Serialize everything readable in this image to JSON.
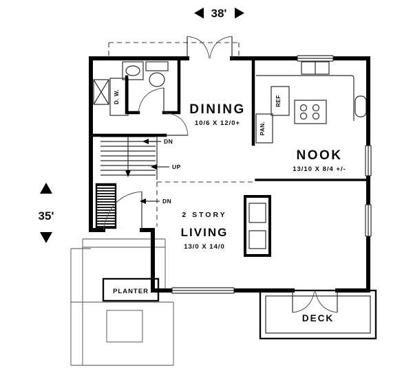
{
  "dimensions": {
    "width": "38'",
    "height": "35'"
  },
  "rooms": {
    "dining": {
      "name": "DINING",
      "size": "10/6 X 12/0+"
    },
    "nook": {
      "name": "NOOK",
      "size": "13/10 X 8/4 +/-"
    },
    "living": {
      "name": "LIVING",
      "size": "13/0 X 14/0",
      "note": "2 STORY"
    },
    "deck": {
      "name": "DECK"
    },
    "planter": {
      "name": "PLANTER"
    }
  },
  "labels": {
    "stair_down_upper": "DN",
    "stair_up": "UP",
    "stair_down_entry": "DN",
    "pantry": "PAN.",
    "refrigerator": "REF",
    "washer_dryer": "D. W."
  },
  "colors": {
    "walls": "#000000",
    "lines": "#2b2b2b",
    "background": "#ffffff"
  }
}
